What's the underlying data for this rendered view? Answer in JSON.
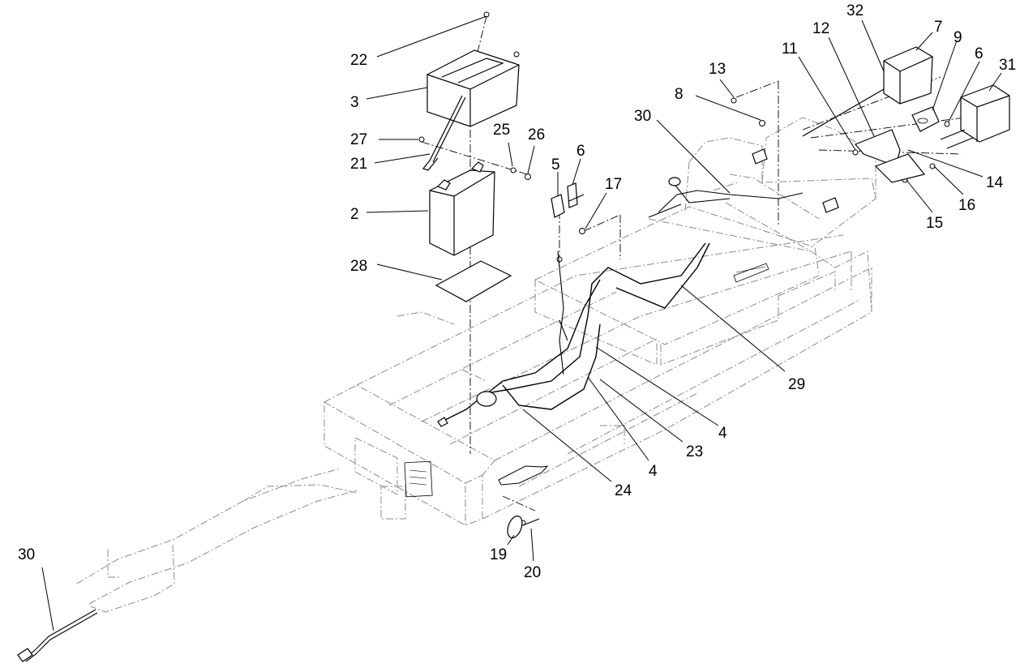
{
  "diagram": {
    "callouts": [
      "22",
      "3",
      "27",
      "21",
      "25",
      "26",
      "2",
      "28",
      "5",
      "6",
      "17",
      "30",
      "29",
      "4",
      "23",
      "24",
      "19",
      "20",
      "8",
      "13",
      "11",
      "12",
      "32",
      "7",
      "9",
      "6",
      "31",
      "14",
      "16",
      "15",
      "30",
      "4"
    ]
  }
}
